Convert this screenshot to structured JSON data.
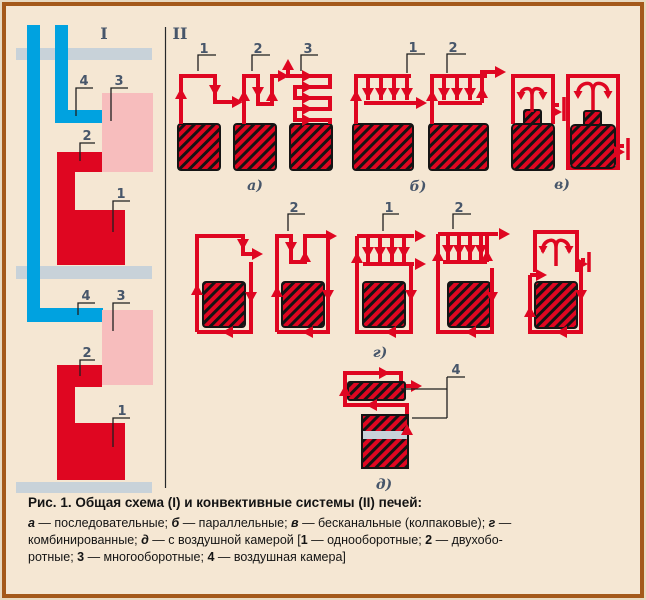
{
  "diagram": {
    "section_labels": {
      "I": "I",
      "II": "II"
    },
    "callouts": {
      "n1": "1",
      "n2": "2",
      "n3": "3",
      "n4": "4"
    },
    "variant_labels": {
      "a": "а)",
      "b": "б)",
      "v": "в)",
      "g": "г)",
      "d": "д)"
    }
  },
  "caption": {
    "title": "Рис. 1. Общая схема (I) и конвективные системы (II) печей:",
    "l1": {
      "a": "а",
      "t1": " — последовательные; ",
      "b": "б",
      "t2": " — параллельные; ",
      "v": "в",
      "t3": " — бесканальные (колпаковые); ",
      "g": "г",
      "t4": " —"
    },
    "l2": {
      "t1": "комбинированные; ",
      "d": "д",
      "t2": " — с воздушной камерой [",
      "n1": "1",
      "t3": " — однооборотные; ",
      "n2": "2",
      "t4": " — двухобо-"
    },
    "l3": {
      "t1": "ротные; ",
      "n3": "3",
      "t2": " — многооборотные; ",
      "n4": "4",
      "t3": " — воздушная камера]"
    }
  },
  "colors": {
    "flue_red": "#df0621",
    "pink_chamber": "#f7bdbd",
    "chimney_blue": "#00a2e0",
    "floor_gray": "#c8d2d9",
    "label_slate": "#47566a",
    "frame_brown": "#a4591a",
    "panel_bg": "#f5e7d3"
  }
}
